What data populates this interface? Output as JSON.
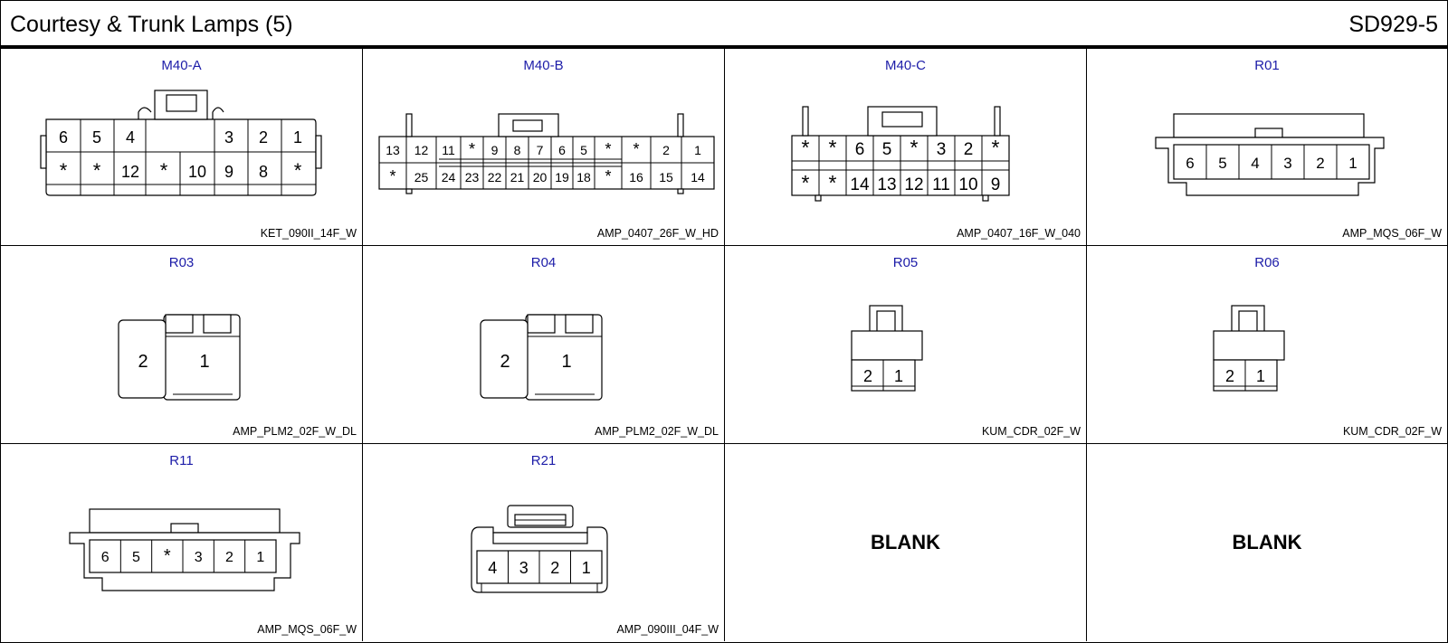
{
  "header": {
    "title": "Courtesy & Trunk Lamps (5)",
    "code": "SD929-5"
  },
  "connectors": [
    {
      "name": "M40-A",
      "type": "KET_090II_14F_W",
      "pins": [
        [
          "6",
          "5",
          "4",
          "3",
          "2",
          "1"
        ],
        [
          "*",
          "*",
          "12",
          "*",
          "10",
          "9",
          "8",
          "*"
        ]
      ]
    },
    {
      "name": "M40-B",
      "type": "AMP_0407_26F_W_HD",
      "pins": [
        [
          "13",
          "12",
          "11",
          "*",
          "9",
          "8",
          "7",
          "6",
          "5",
          "*",
          "*",
          "2",
          "1"
        ],
        [
          "*",
          "25",
          "24",
          "23",
          "22",
          "21",
          "20",
          "19",
          "18",
          "*",
          "16",
          "15",
          "14"
        ]
      ]
    },
    {
      "name": "M40-C",
      "type": "AMP_0407_16F_W_040",
      "pins": [
        [
          "*",
          "*",
          "6",
          "5",
          "*",
          "3",
          "2",
          "*"
        ],
        [
          "*",
          "*",
          "14",
          "13",
          "12",
          "11",
          "10",
          "9"
        ]
      ]
    },
    {
      "name": "R01",
      "type": "AMP_MQS_06F_W",
      "pins": [
        [
          "6",
          "5",
          "4",
          "3",
          "2",
          "1"
        ]
      ]
    },
    {
      "name": "R03",
      "type": "AMP_PLM2_02F_W_DL",
      "pins": [
        [
          "2",
          "1"
        ]
      ]
    },
    {
      "name": "R04",
      "type": "AMP_PLM2_02F_W_DL",
      "pins": [
        [
          "2",
          "1"
        ]
      ]
    },
    {
      "name": "R05",
      "type": "KUM_CDR_02F_W",
      "pins": [
        [
          "2",
          "1"
        ]
      ]
    },
    {
      "name": "R06",
      "type": "KUM_CDR_02F_W",
      "pins": [
        [
          "2",
          "1"
        ]
      ]
    },
    {
      "name": "R11",
      "type": "AMP_MQS_06F_W",
      "pins": [
        [
          "6",
          "5",
          "*",
          "3",
          "2",
          "1"
        ]
      ]
    },
    {
      "name": "R21",
      "type": "AMP_090III_04F_W",
      "pins": [
        [
          "4",
          "3",
          "2",
          "1"
        ]
      ]
    }
  ],
  "blanks": [
    "BLANK",
    "BLANK"
  ]
}
